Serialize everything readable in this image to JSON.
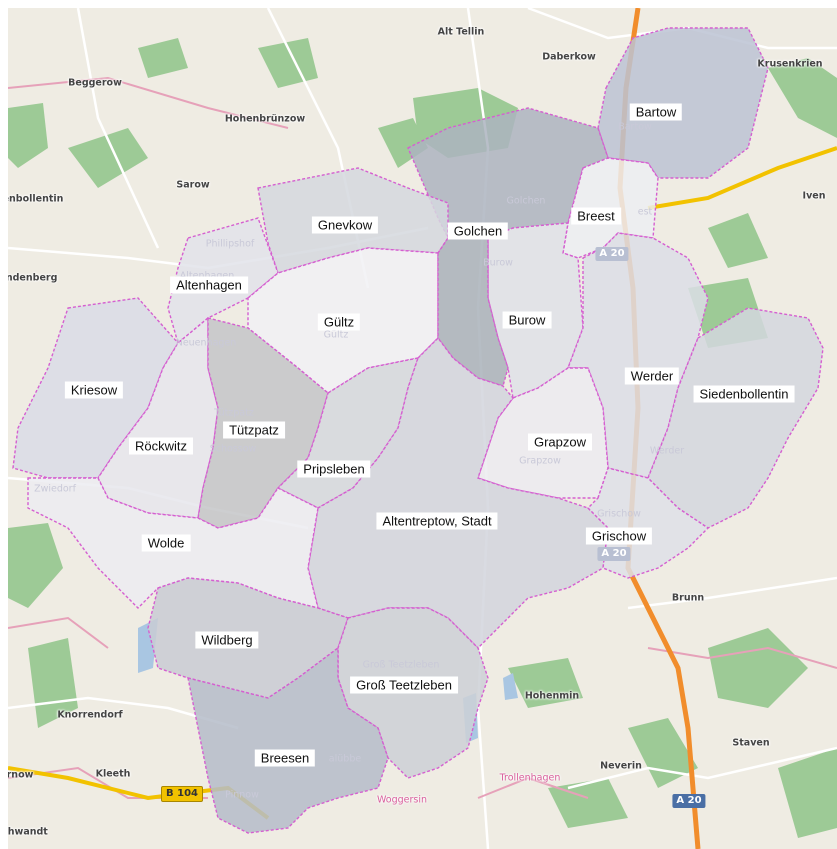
{
  "map": {
    "municipalities": [
      {
        "id": "bartow",
        "label": "Bartow",
        "subtitle": "Bartow",
        "fill": "#bcc3d3"
      },
      {
        "id": "breest",
        "label": "Breest",
        "fill": "#eceef2"
      },
      {
        "id": "golchen",
        "label": "Golchen",
        "subtitle": "Golchen",
        "fill": "#adb4bf"
      },
      {
        "id": "gnevkow",
        "label": "Gnevkow",
        "fill": "#d5d8de"
      },
      {
        "id": "altenhagen",
        "label": "Altenhagen",
        "subtitle": "Altenhagen",
        "fill": "#e2e3ea"
      },
      {
        "id": "gueltz",
        "label": "Gültz",
        "subtitle": "Gültz",
        "fill": "#f1f1f4"
      },
      {
        "id": "burow",
        "label": "Burow",
        "subtitle": "Burow",
        "fill": "#dfe2e8"
      },
      {
        "id": "werder",
        "label": "Werder",
        "subtitle": "Werder",
        "fill": "#dcdee6"
      },
      {
        "id": "siedenbollentin",
        "label": "Siedenbollentin",
        "fill": "#d3d7de"
      },
      {
        "id": "kriesow",
        "label": "Kriesow",
        "fill": "#d9dce6"
      },
      {
        "id": "roeckwitz",
        "label": "Röckwitz",
        "fill": "#e6e6ec"
      },
      {
        "id": "tuetzpatz",
        "label": "Tützpatz",
        "subtitle": "Tützpatz",
        "fill": "#c4c6c8"
      },
      {
        "id": "pripsleben",
        "label": "Pripsleben",
        "fill": "#d5d8dd"
      },
      {
        "id": "grapzow",
        "label": "Grapzow",
        "subtitle": "Grapzow",
        "fill": "#ecebf0"
      },
      {
        "id": "altentreptow",
        "label": "Altentreptow, Stadt",
        "fill": "#d2d5dd"
      },
      {
        "id": "grischow",
        "label": "Grischow",
        "subtitle": "Grischow",
        "fill": "#dee0e7"
      },
      {
        "id": "wolde",
        "label": "Wolde",
        "fill": "#ececf1"
      },
      {
        "id": "wildberg",
        "label": "Wildberg",
        "fill": "#c9cbd4"
      },
      {
        "id": "gross-teetzleben",
        "label": "Groß Teetzleben",
        "subtitle": "Groß Teetzleben",
        "fill": "#cdd0d6"
      },
      {
        "id": "breesen",
        "label": "Breesen",
        "fill": "#b5bcc9"
      }
    ],
    "places": {
      "alt_tellin": "Alt Tellin",
      "daberkow": "Daberkow",
      "krusenkrien": "Krusenkrien",
      "beggerow": "Beggerow",
      "hohenbruenzow": "Hohenbrünzow",
      "sarow": "Sarow",
      "enbollentin": "enbollentin",
      "iven": "Iven",
      "indenberg": "indenberg",
      "phillipshof": "Phillipshof",
      "neuenhagen": "Neuenhagen",
      "schossow": "Schossow",
      "zwiedorf": "Zwiedorf",
      "brunn": "Brunn",
      "hohenmin": "Hohenmin",
      "knorrendorf": "Knorrendorf",
      "kleeth": "Kleeth",
      "rnow": "rnow",
      "chwandt": "chwandt",
      "trollenhagen": "Trollenhagen",
      "woggersin": "Woggersin",
      "neverin": "Neverin",
      "staven": "Staven",
      "pinnow": "Pinnow",
      "aluebbe": "alübbe",
      "est": "est"
    },
    "road_shields": {
      "a20_a": "A 20",
      "a20_b": "A 20",
      "a20_c": "A 20",
      "b104": "B 104"
    },
    "colors": {
      "land": "#f0ede4",
      "forest": "#93c48e",
      "boundary": "#d55fd0",
      "motorway": "#f18d2c",
      "federal_road": "#f2c200",
      "water": "#a9c6e2"
    }
  }
}
